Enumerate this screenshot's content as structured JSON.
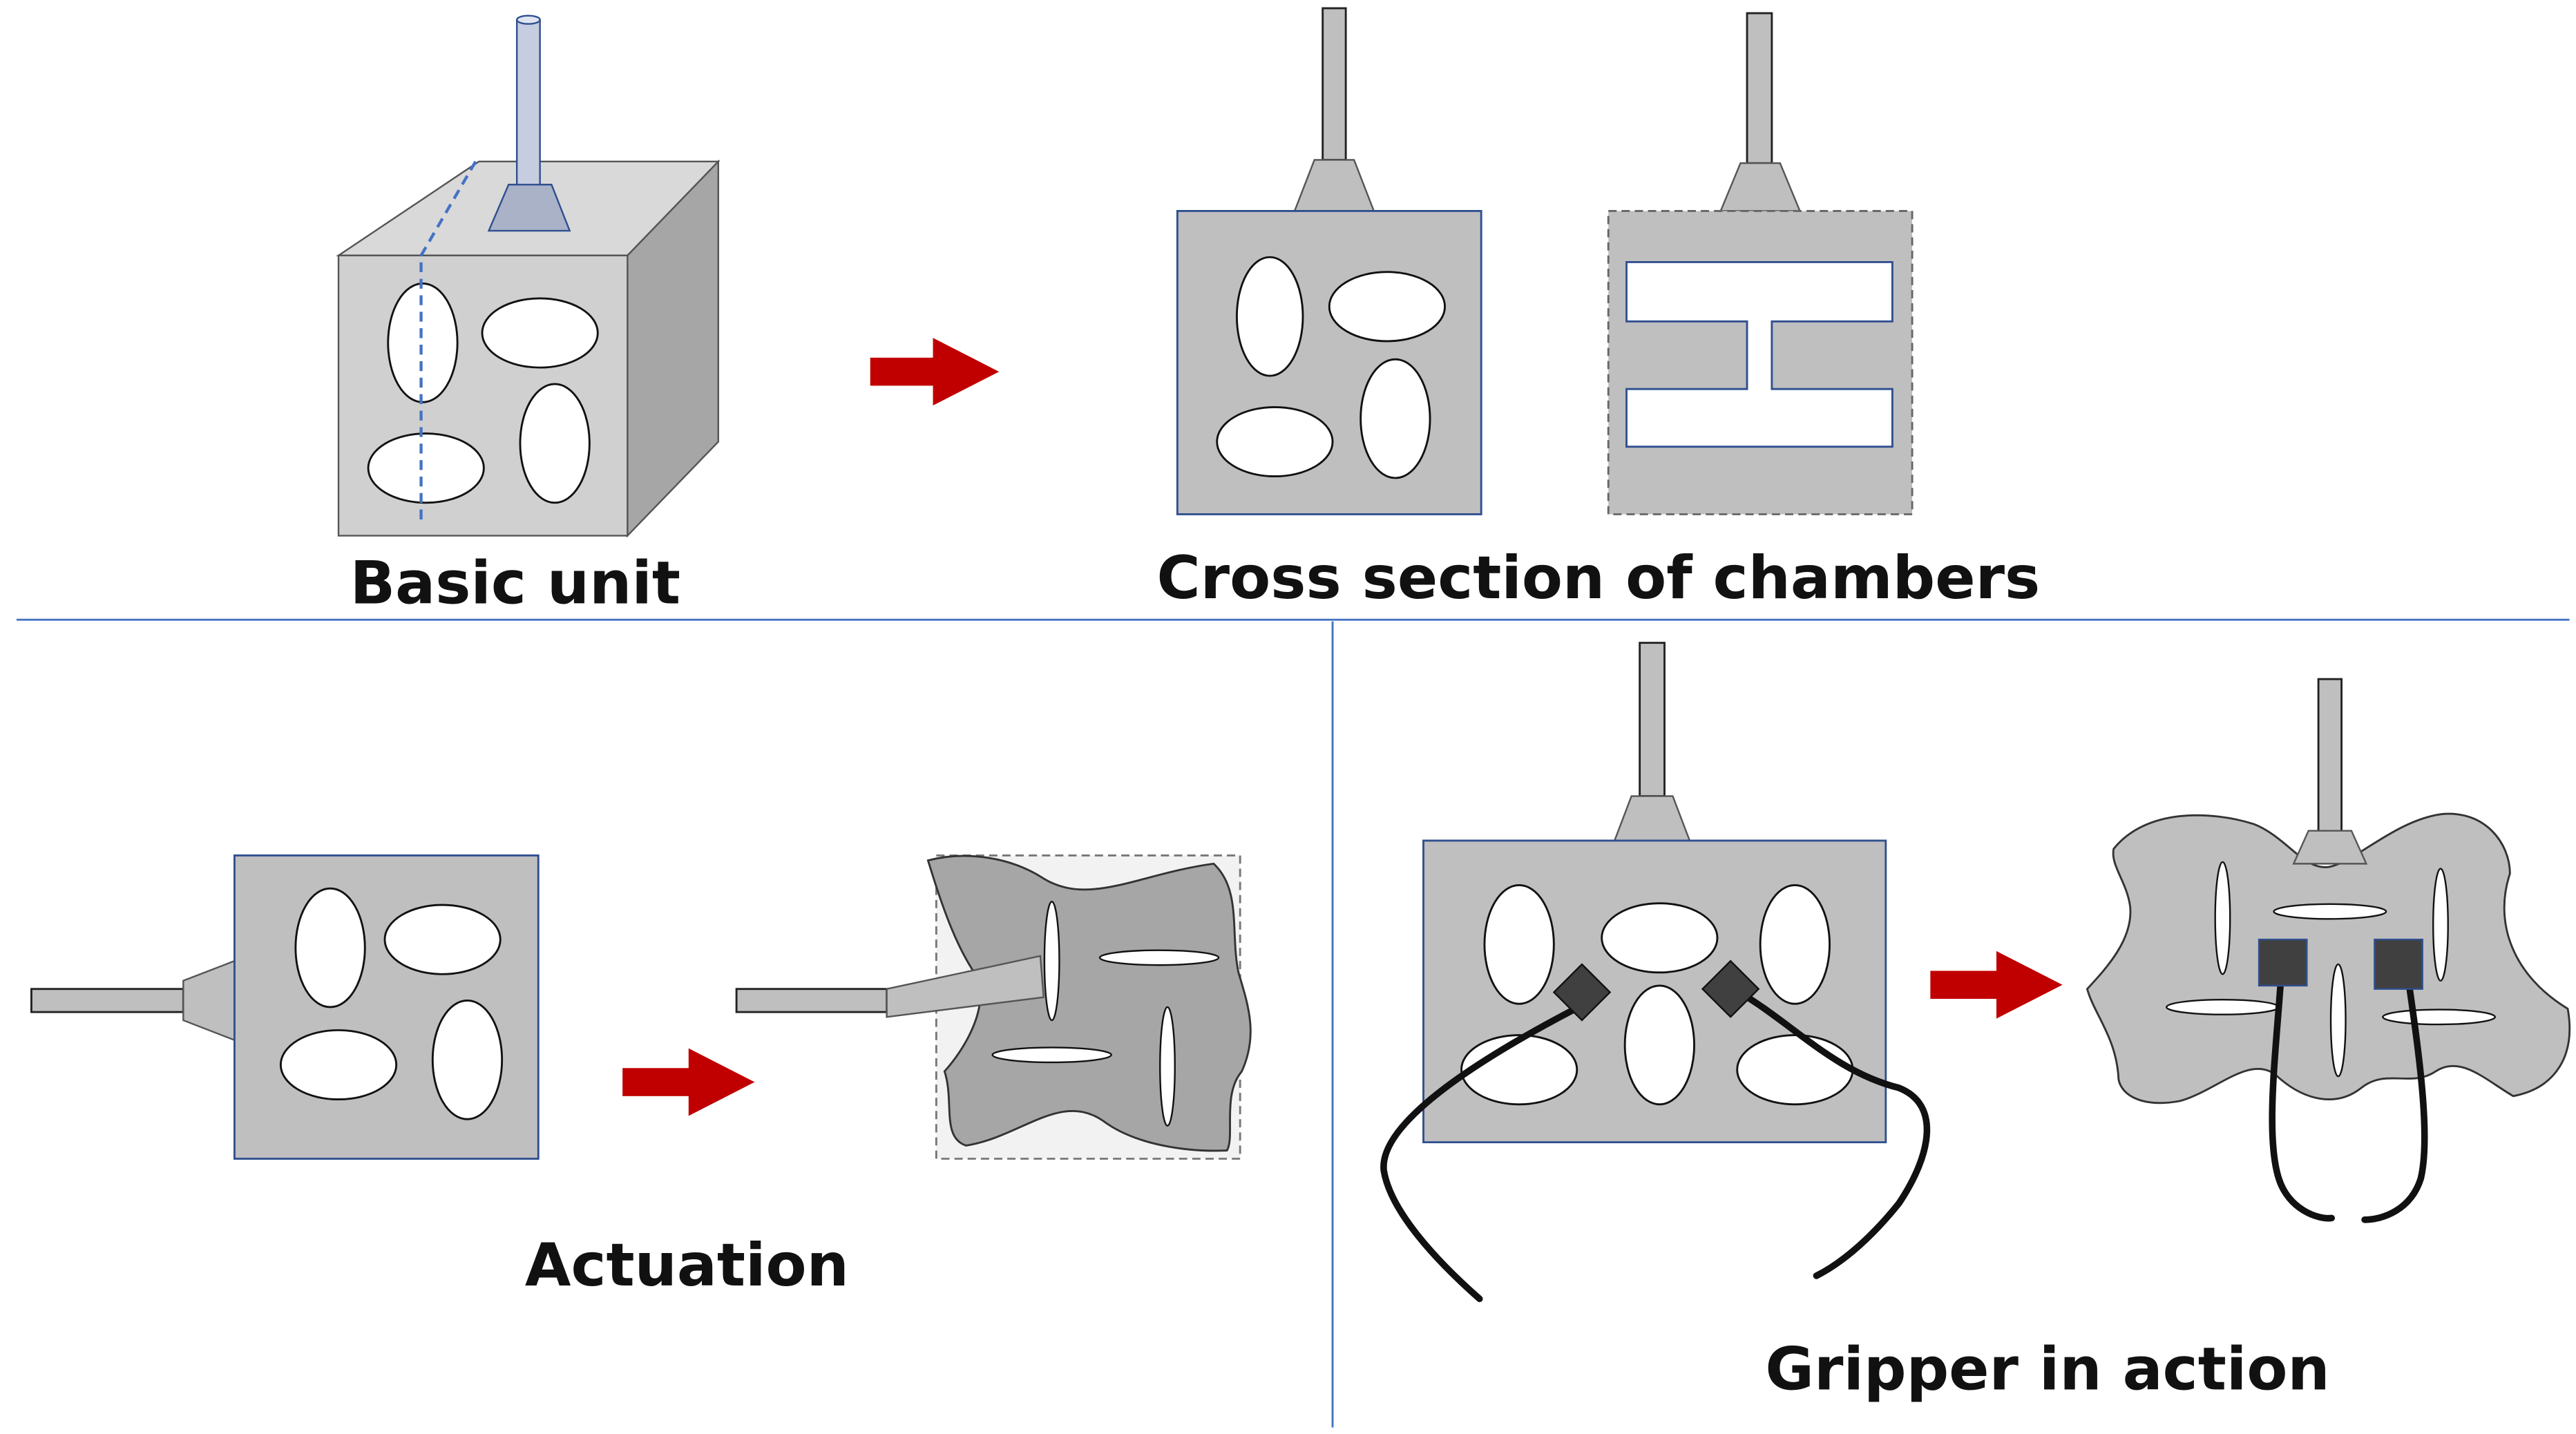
{
  "captions": {
    "basic_unit": "Basic unit",
    "cross_section": "Cross section of chambers",
    "actuation": "Actuation",
    "gripper": "Gripper in action"
  },
  "colors": {
    "body_fill": "#bfbfbf",
    "body_stroke": "#2f4f8f",
    "cube_top": "#d9d9d9",
    "cube_side": "#a6a6a6",
    "deformed_fill": "#a6a6a6",
    "arrow": "#c00000",
    "divider": "#4472c4",
    "dashed_guide": "#4472c4",
    "wire": "#111111",
    "sensor_pad": "#404040"
  }
}
